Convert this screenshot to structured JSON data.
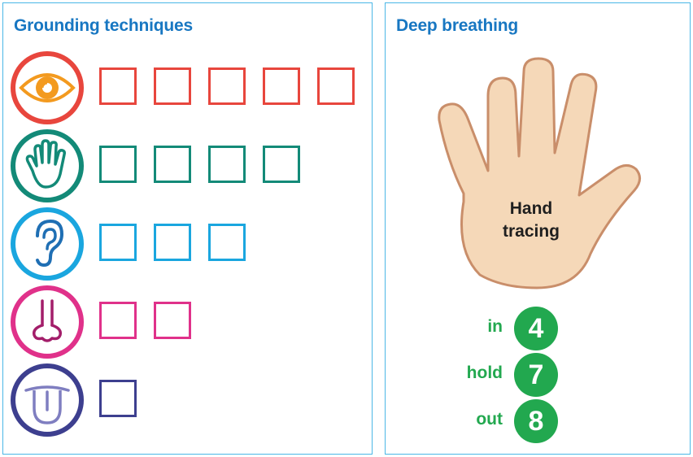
{
  "grounding": {
    "title": "Grounding techniques",
    "senses": [
      {
        "sense": "sight",
        "icon": "eye-icon",
        "color": "#e8463d",
        "count": 5
      },
      {
        "sense": "touch",
        "icon": "hand-icon",
        "color": "#138a78",
        "count": 4
      },
      {
        "sense": "hearing",
        "icon": "ear-icon",
        "color": "#1aa6df",
        "count": 3
      },
      {
        "sense": "smell",
        "icon": "nose-icon",
        "color": "#e0318a",
        "count": 2
      },
      {
        "sense": "taste",
        "icon": "tongue-icon",
        "color": "#3d3f8f",
        "count": 1
      }
    ]
  },
  "breathing": {
    "title": "Deep breathing",
    "hand_label_line1": "Hand",
    "hand_label_line2": "tracing",
    "steps": [
      {
        "label": "in",
        "count": "4"
      },
      {
        "label": "hold",
        "count": "7"
      },
      {
        "label": "out",
        "count": "8"
      }
    ],
    "accent": "#22a84f",
    "hand_fill": "#f5d8b8",
    "hand_stroke": "#c98e6a"
  }
}
